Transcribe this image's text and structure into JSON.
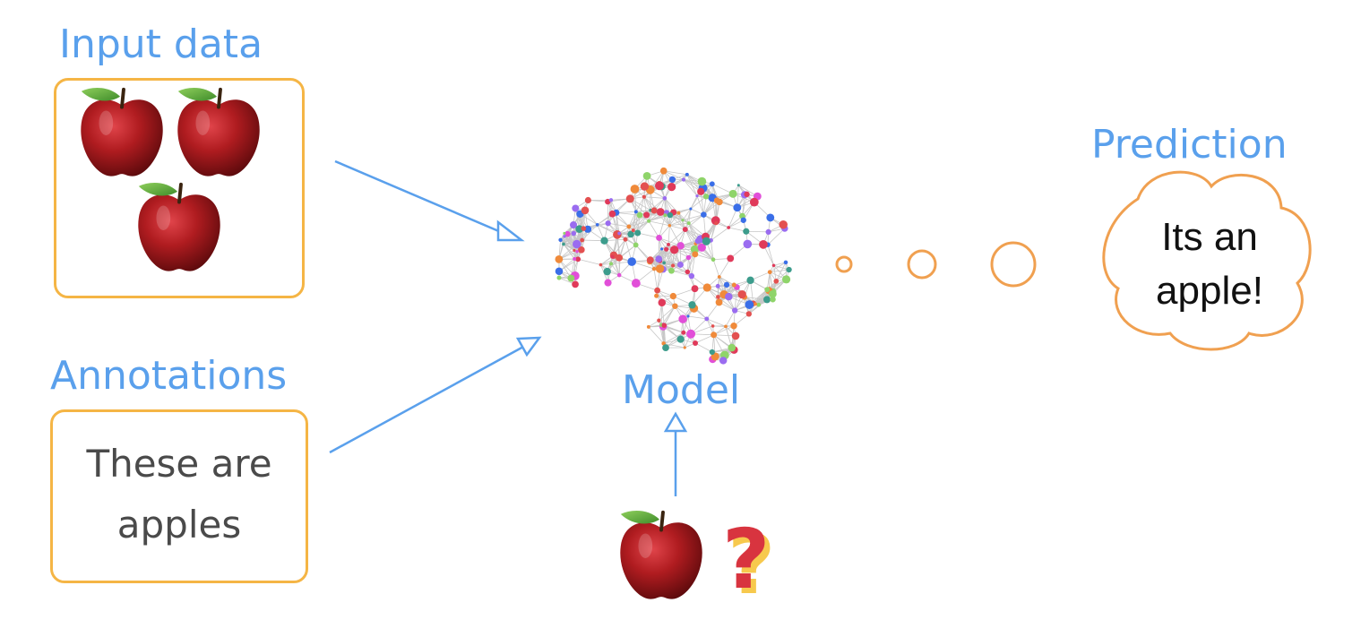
{
  "labels": {
    "input_data": "Input data",
    "annotations": "Annotations",
    "model": "Model",
    "prediction": "Prediction"
  },
  "annotation_box": {
    "line1": "These are",
    "line2": "apples"
  },
  "prediction_bubble": {
    "line1": "Its an",
    "line2": "apple!"
  },
  "query_symbol": "?",
  "colors": {
    "label_blue": "#5aa0ec",
    "box_orange": "#f5b545",
    "thought_orange": "#f0a050",
    "apple_red": "#a8161a",
    "leaf_green": "#58a83a",
    "question_red": "#d8343f",
    "question_shadow": "#f7c94d"
  },
  "icons": [
    "apple-icon",
    "brain-network-icon",
    "question-mark-icon",
    "thought-cloud-icon"
  ]
}
